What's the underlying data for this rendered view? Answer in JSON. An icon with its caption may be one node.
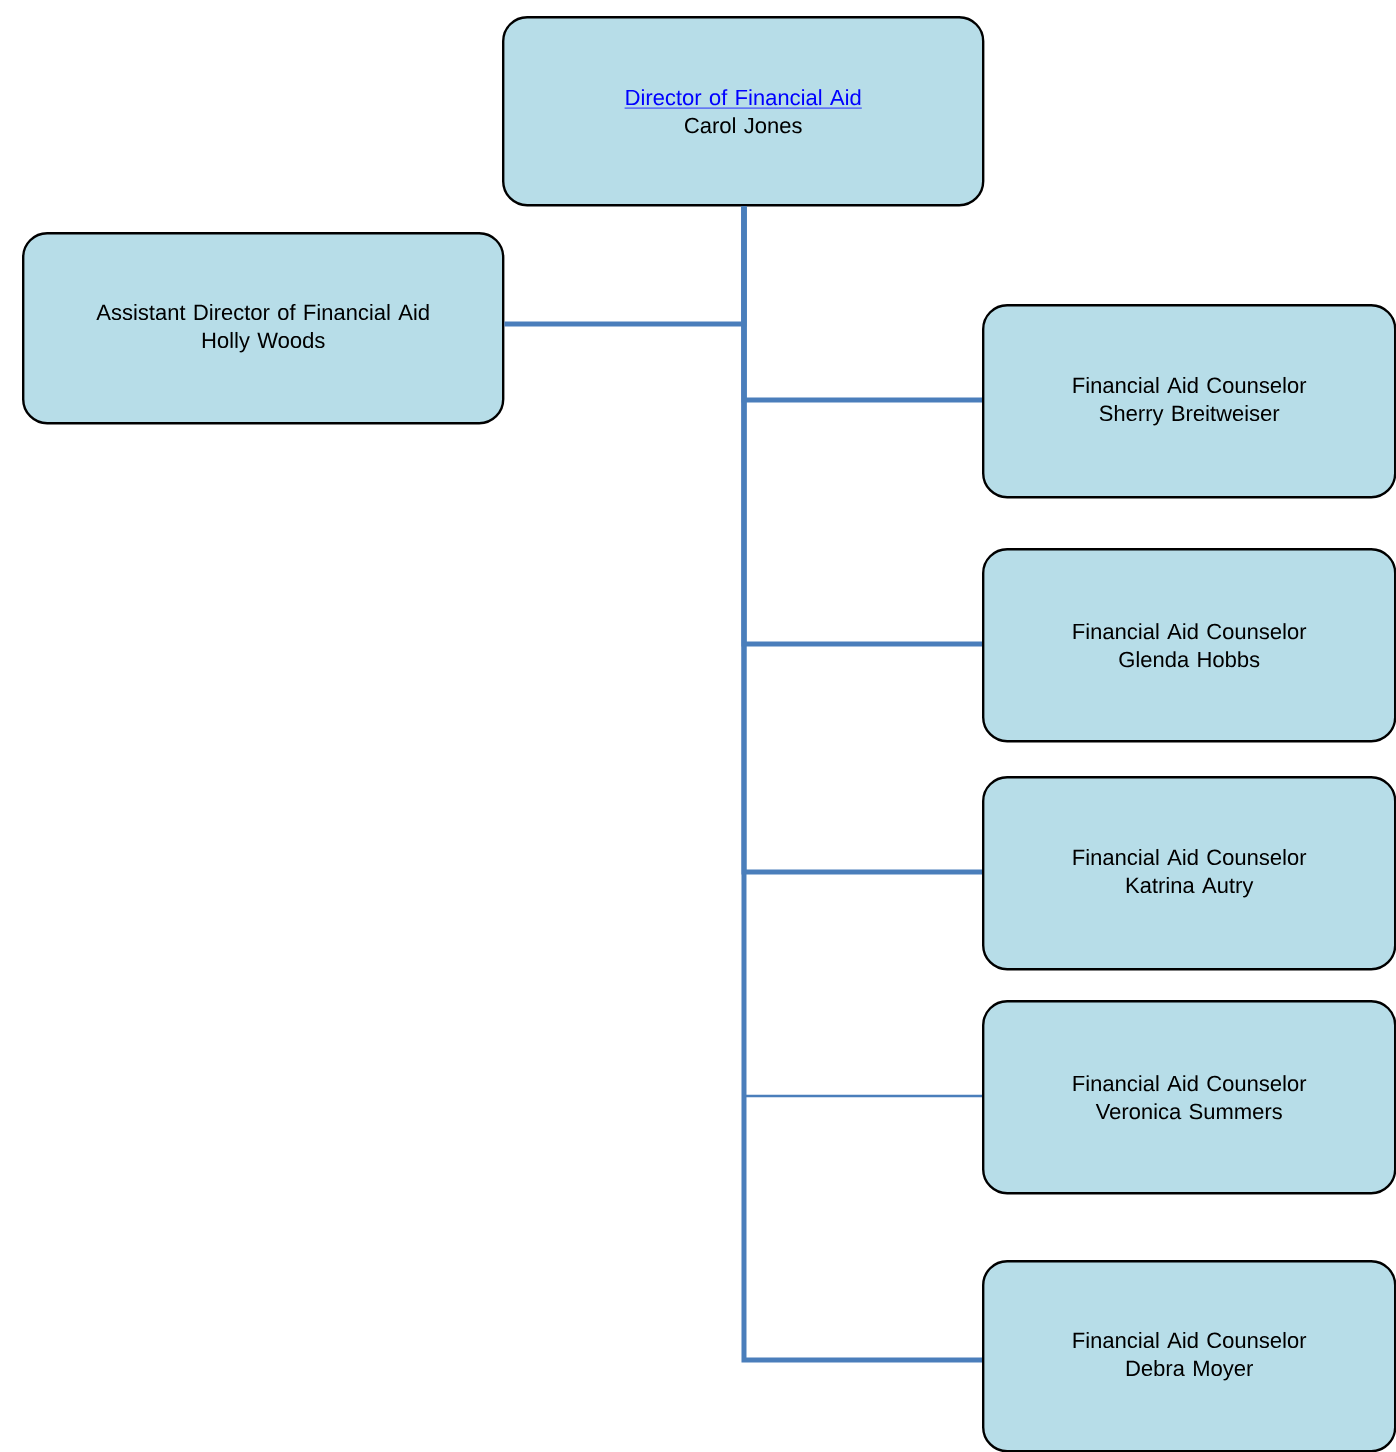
{
  "diagram": {
    "nodes": [
      {
        "text": [
          "Director of Financial Aid",
          "Carol Jones"
        ]
      },
      {
        "text": [
          "Assistant Director of Financial Aid",
          "Holly Woods"
        ]
      },
      {
        "text": [
          "Financial Aid Counselor",
          "Sherry Breitweiser"
        ]
      },
      {
        "text": [
          "Financial Aid Counselor",
          "Glenda Hobbs"
        ]
      },
      {
        "text": [
          "Financial Aid Counselor",
          "Katrina Autry"
        ]
      },
      {
        "text": [
          "Financial Aid Counselor",
          "Veronica Summers"
        ]
      },
      {
        "text": [
          "Financial Aid Counselor",
          "Debra Moyer"
        ]
      }
    ],
    "edges": [
      {
        "from": 0,
        "to": 1,
        "arrow": "none"
      },
      {
        "from": 0,
        "to": 2,
        "arrow": "none"
      },
      {
        "from": 0,
        "to": 3,
        "arrow": "none"
      },
      {
        "from": 0,
        "to": 4,
        "arrow": "none"
      },
      {
        "from": 0,
        "to": 5,
        "arrow": "none"
      },
      {
        "from": 0,
        "to": 6,
        "arrow": "none"
      }
    ]
  }
}
